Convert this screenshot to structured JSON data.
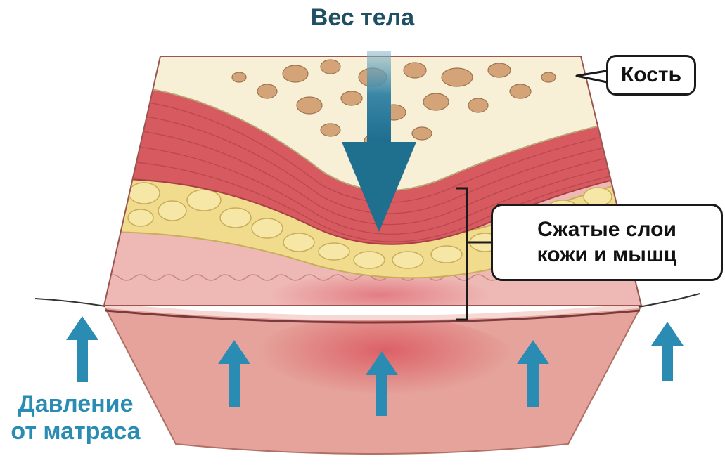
{
  "title": "Вес тела",
  "labels": {
    "bone": "Кость",
    "compressed_line1": "Сжатые слои",
    "compressed_line2": "кожи и мышц",
    "mattress_line1": "Давление",
    "mattress_line2": "от матраса"
  },
  "colors": {
    "title": "#1f4f63",
    "arrow_down": "#1f6f8f",
    "arrows_up": "#2a8cb3",
    "bone": "#f7efd6",
    "bone_spots": "#d4a478",
    "muscle": "#d65a5f",
    "fat": "#f0dc8c",
    "skin": "#eeb9b5",
    "mattress": "#e5a39b"
  },
  "icons": [
    "down-arrow-icon",
    "up-arrow-icon"
  ]
}
